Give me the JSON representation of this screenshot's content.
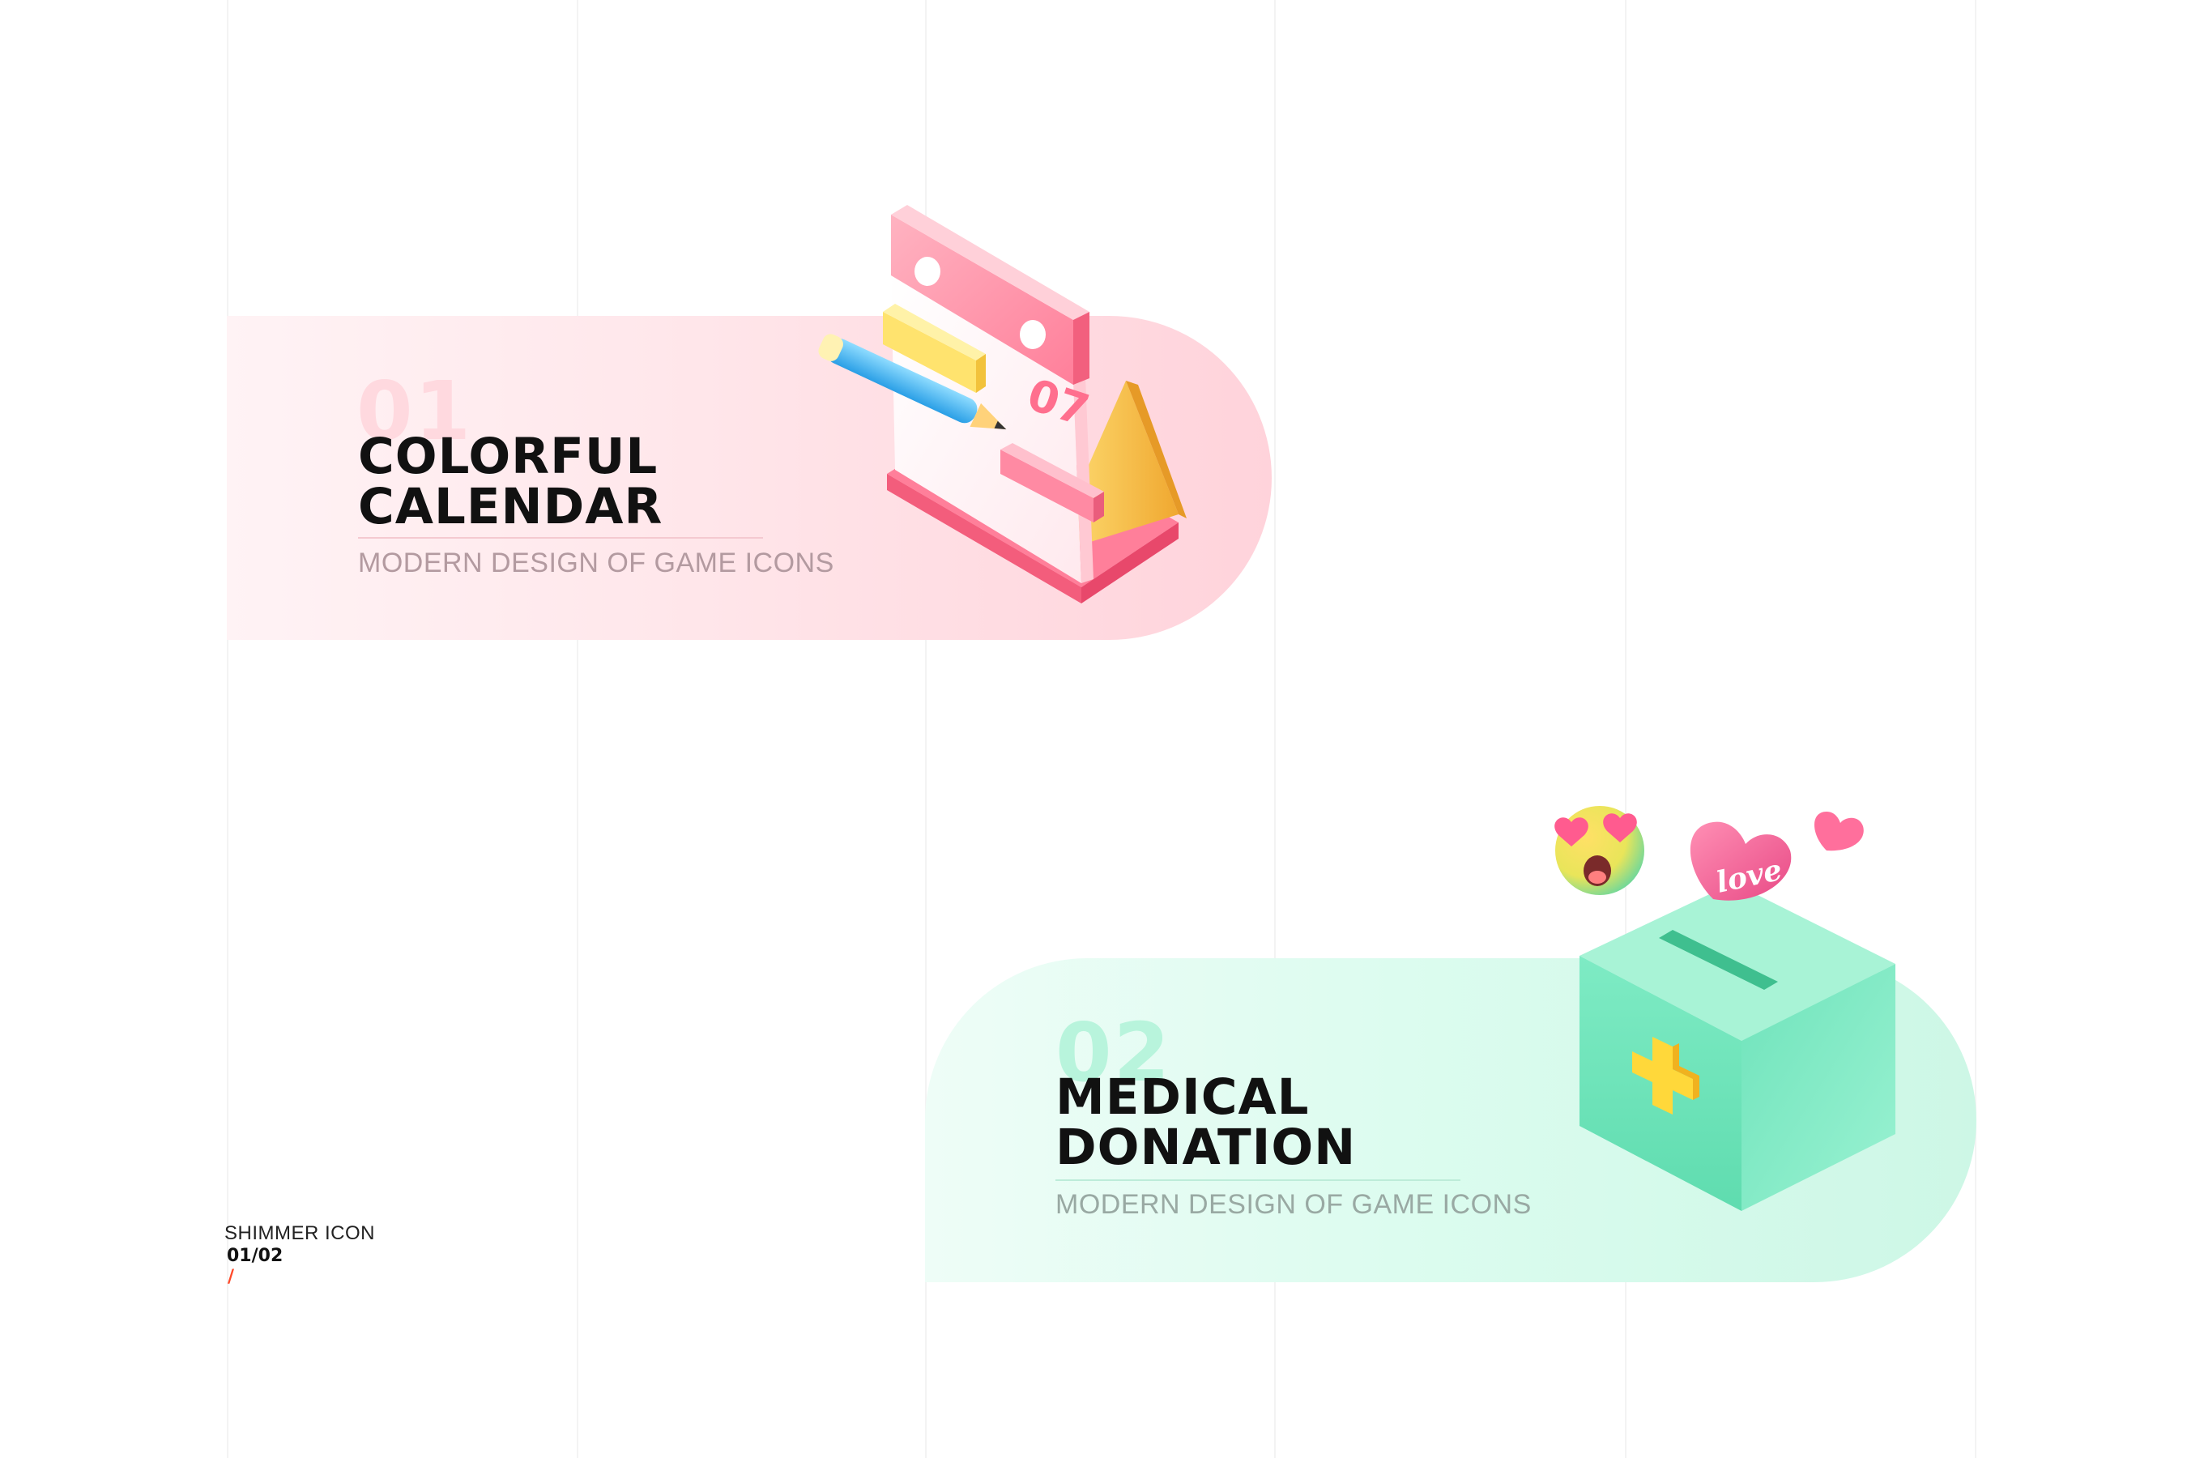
{
  "cards": [
    {
      "number": "01",
      "title_line1": "COLORFUL",
      "title_line2": "CALENDAR",
      "subtitle": "MODERN DESIGN OF GAME ICONS",
      "icon": "calendar-icon",
      "calendar_date": "07",
      "accent": "#ff7f9a"
    },
    {
      "number": "02",
      "title_line1": "MEDICAL",
      "title_line2": "DONATION",
      "subtitle": "MODERN DESIGN OF GAME ICONS",
      "icon": "donation-box-icon",
      "heart_label": "love",
      "accent": "#5fe0b4"
    }
  ],
  "footer": {
    "label": "SHIMMER ICON",
    "page": "01/02",
    "slash": "/",
    "slash_color": "#ff4a2a"
  }
}
